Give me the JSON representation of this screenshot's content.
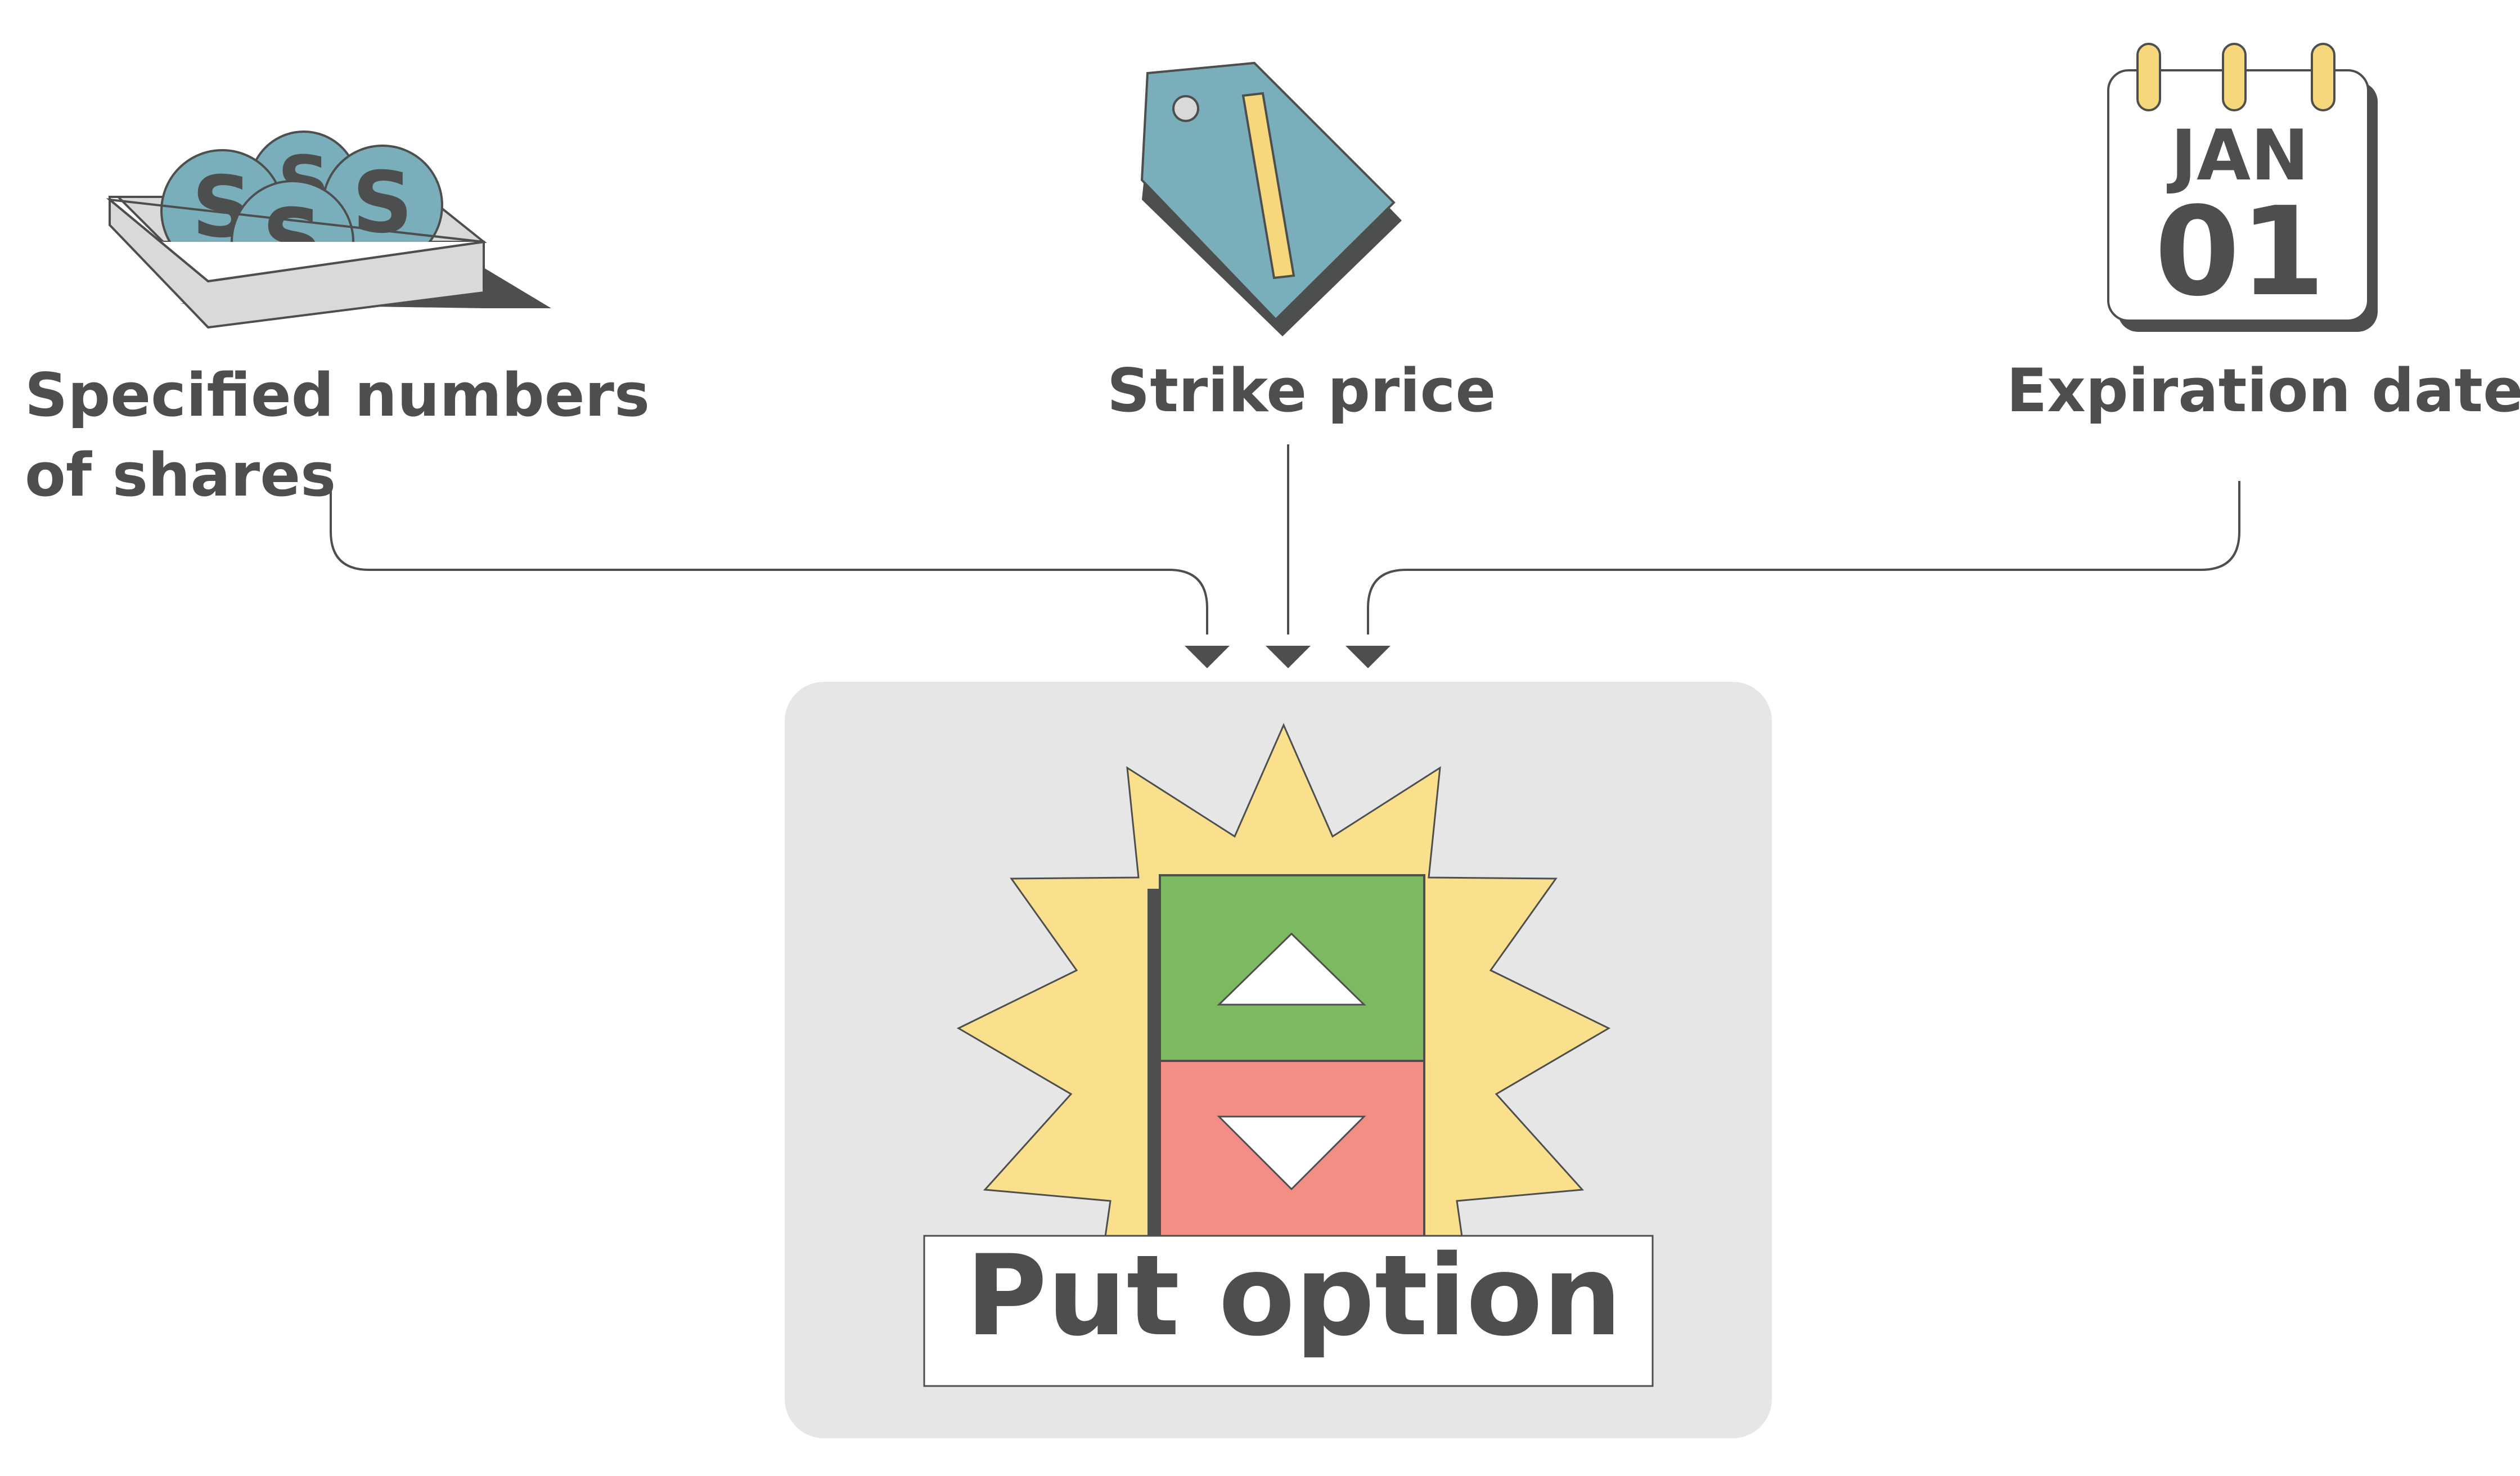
{
  "inputs": [
    {
      "id": "shares",
      "label_line1": "Specified numbers",
      "label_line2": "of shares",
      "icon": "coins-in-box-icon"
    },
    {
      "id": "strike",
      "label": "Strike price",
      "icon": "price-tag-icon"
    },
    {
      "id": "expiration",
      "label": "Expiration date",
      "icon": "calendar-icon",
      "calendar_month": "JAN",
      "calendar_day": "01"
    }
  ],
  "output": {
    "label": "Put option",
    "icon": "up-down-arrows-burst-icon"
  },
  "coin_glyph": "S",
  "colors": {
    "text": "#4d4f4f",
    "line": "#4d4f4f",
    "coin": "#7aaebb",
    "tag": "#7aaebb",
    "tag_stripe": "#f7d77c",
    "burst": "#fae08c",
    "panel": "#e6e6e6",
    "up": "#7dba5f",
    "down": "#f38e84",
    "ring": "#f7d77c"
  }
}
